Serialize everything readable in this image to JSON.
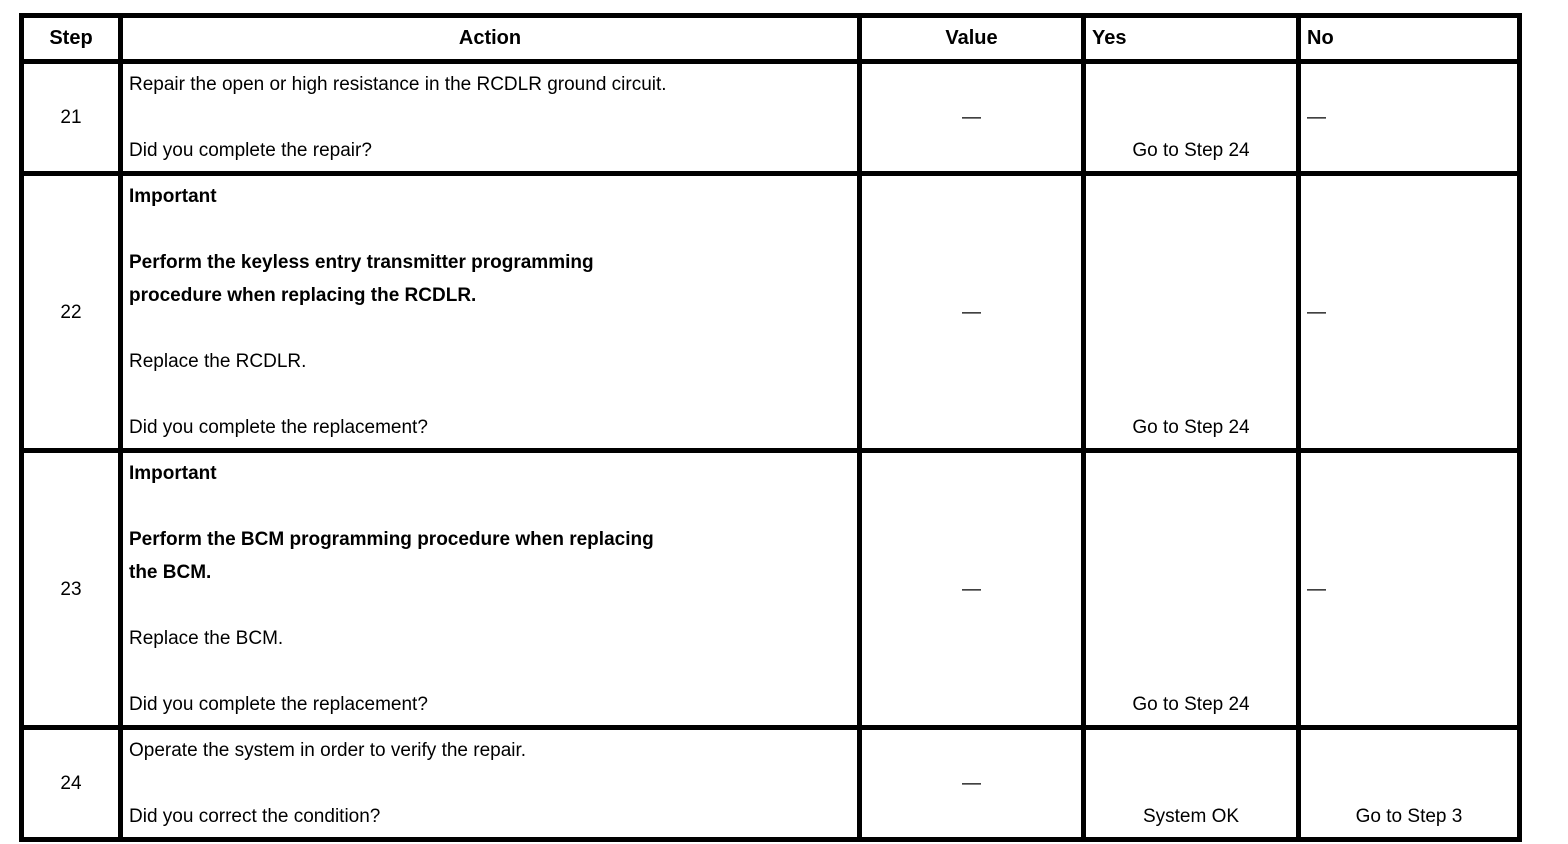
{
  "table": {
    "headers": {
      "step": "Step",
      "action": "Action",
      "value": "Value",
      "yes": "Yes",
      "no": "No"
    },
    "rows": [
      {
        "step": "21",
        "action": [
          "Repair the open or high resistance in the RCDLR ground circuit.",
          "Did you complete the repair?"
        ],
        "value": "—",
        "yes": "Go to Step 24",
        "no": "—"
      },
      {
        "step": "22",
        "action": [
          "Important",
          "Perform the keyless entry transmitter programming\nprocedure when replacing the RCDLR.",
          "Replace the RCDLR.",
          "Did you complete the replacement?"
        ],
        "value": "—",
        "yes": "Go to Step 24",
        "no": "—"
      },
      {
        "step": "23",
        "action": [
          "Important",
          "Perform the BCM programming procedure when replacing\nthe BCM.",
          "Replace the BCM.",
          "Did you complete the replacement?"
        ],
        "value": "—",
        "yes": "Go to Step 24",
        "no": "—"
      },
      {
        "step": "24",
        "action": [
          "Operate the system in order to verify the repair.",
          "Did you correct the condition?"
        ],
        "value": "—",
        "yes": "System OK",
        "no": "Go to Step 3"
      }
    ]
  }
}
